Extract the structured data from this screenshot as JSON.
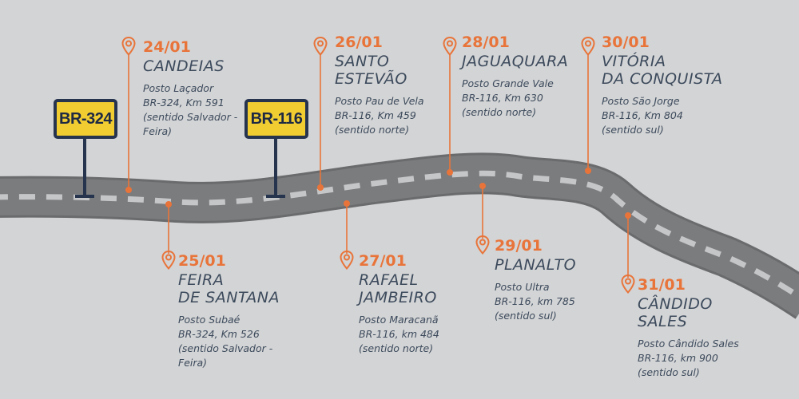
{
  "colors": {
    "background": "#d3d4d5",
    "road": "#7b7c7e",
    "road_edge": "#6a6b6d",
    "dash": "#c5c6c8",
    "accent": "#e8743a",
    "text": "#3c4a5c",
    "sign_fill": "#f2cd32",
    "sign_border": "#27344e"
  },
  "signs": [
    {
      "label": "BR-324"
    },
    {
      "label": "BR-116"
    }
  ],
  "stops": [
    {
      "date": "24/01",
      "city": [
        "CANDEIAS"
      ],
      "info": [
        "Posto Laçador",
        "BR-324, Km 591",
        "(sentido Salvador -",
        "Feira)"
      ]
    },
    {
      "date": "25/01",
      "city": [
        "FEIRA",
        "DE SANTANA"
      ],
      "info": [
        "Posto Subaé",
        "BR-324, Km 526",
        "(sentido Salvador -",
        "Feira)"
      ]
    },
    {
      "date": "26/01",
      "city": [
        "SANTO",
        "ESTEVÃO"
      ],
      "info": [
        "Posto Pau de Vela",
        "BR-116, Km 459",
        "(sentido norte)"
      ]
    },
    {
      "date": "27/01",
      "city": [
        "RAFAEL",
        "JAMBEIRO"
      ],
      "info": [
        "Posto Maracanã",
        "BR-116, km 484",
        "(sentido norte)"
      ]
    },
    {
      "date": "28/01",
      "city": [
        "JAGUAQUARA"
      ],
      "info": [
        "Posto Grande Vale",
        "BR-116, Km 630",
        "(sentido norte)"
      ]
    },
    {
      "date": "29/01",
      "city": [
        "PLANALTO"
      ],
      "info": [
        "Posto Ultra",
        "BR-116, km 785",
        "(sentido sul)"
      ]
    },
    {
      "date": "30/01",
      "city": [
        "VITÓRIA",
        "DA CONQUISTA"
      ],
      "info": [
        "Posto São Jorge",
        "BR-116, Km 804",
        "(sentido sul)"
      ]
    },
    {
      "date": "31/01",
      "city": [
        "CÂNDIDO",
        "SALES"
      ],
      "info": [
        "Posto Cândido Sales",
        "BR-116, km 900",
        "(sentido sul)"
      ]
    }
  ]
}
